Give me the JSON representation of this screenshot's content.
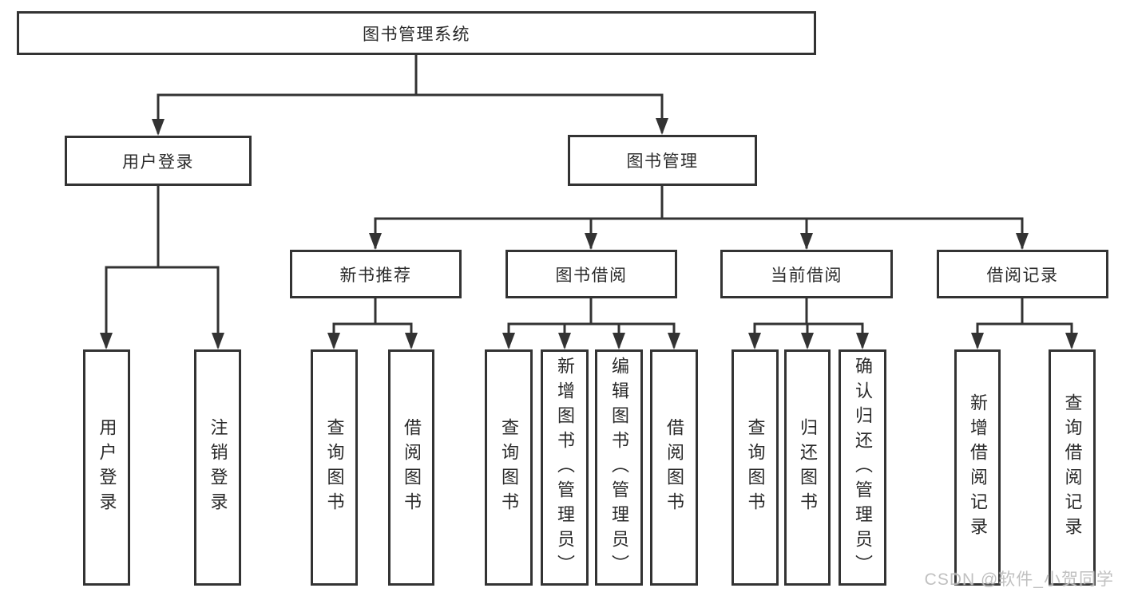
{
  "root": {
    "label": "图书管理系统"
  },
  "branches": {
    "user_login": {
      "label": "用户登录"
    },
    "book_management": {
      "label": "图书管理"
    }
  },
  "modules": {
    "new_book_recommend": {
      "label": "新书推荐"
    },
    "book_borrowing": {
      "label": "图书借阅"
    },
    "current_borrowing": {
      "label": "当前借阅"
    },
    "borrow_records": {
      "label": "借阅记录"
    }
  },
  "leaves": {
    "user_login": [
      "用户登录",
      "注销登录"
    ],
    "new_book_recommend": [
      "查询图书",
      "借阅图书"
    ],
    "book_borrowing": [
      "查询图书",
      "新增图书（管理员）",
      "编辑图书（管理员）",
      "借阅图书"
    ],
    "current_borrowing": [
      "查询图书",
      "归还图书",
      "确认归还（管理员）"
    ],
    "borrow_records": [
      "新增借阅记录",
      "查询借阅记录"
    ]
  },
  "watermark": {
    "text": "CSDN @软件_小贺同学"
  },
  "colors": {
    "line": "#333333",
    "text": "#2a2a2a",
    "background": "#ffffff",
    "watermark": "#bbbbbb"
  }
}
